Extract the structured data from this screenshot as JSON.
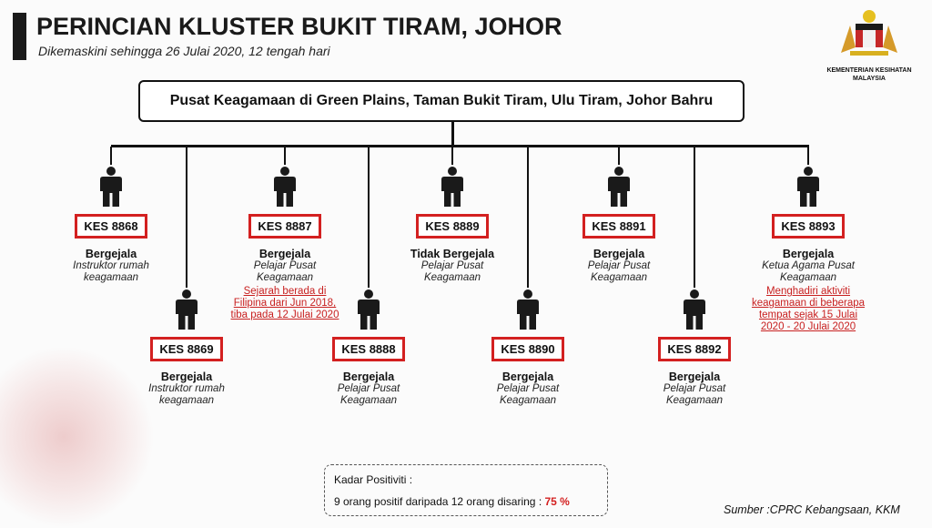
{
  "title": "PERINCIAN KLUSTER BUKIT TIRAM, JOHOR",
  "subtitle": "Dikemaskini sehingga 26 Julai 2020, 12 tengah hari",
  "logo": {
    "text": "KEMENTERIAN KESIHATAN MALAYSIA"
  },
  "root": "Pusat Keagamaan di Green Plains, Taman Bukit Tiram, Ulu Tiram, Johor Bahru",
  "cases": [
    {
      "id": "KES 8868",
      "status": "Bergejala",
      "role": "Instruktor rumah keagamaan",
      "note": null
    },
    {
      "id": "KES 8869",
      "status": "Bergejala",
      "role": "Instruktor rumah keagamaan",
      "note": null
    },
    {
      "id": "KES 8887",
      "status": "Bergejala",
      "role": "Pelajar Pusat Keagamaan",
      "note": "Sejarah berada di Filipina dari Jun 2018, tiba pada 12 Julai 2020"
    },
    {
      "id": "KES 8888",
      "status": "Bergejala",
      "role": "Pelajar Pusat Keagamaan",
      "note": null
    },
    {
      "id": "KES 8889",
      "status": "Tidak Bergejala",
      "role": "Pelajar Pusat Keagamaan",
      "note": null
    },
    {
      "id": "KES 8890",
      "status": "Bergejala",
      "role": "Pelajar Pusat Keagamaan",
      "note": null
    },
    {
      "id": "KES 8891",
      "status": "Bergejala",
      "role": "Pelajar Pusat Keagamaan",
      "note": null
    },
    {
      "id": "KES 8892",
      "status": "Bergejala",
      "role": "Pelajar Pusat Keagamaan",
      "note": null
    },
    {
      "id": "KES 8893",
      "status": "Bergejala",
      "role": "Ketua Agama Pusat Keagamaan",
      "note": "Menghadiri aktiviti keagamaan di beberapa tempat sejak 15 Julai 2020 - 20 Julai 2020"
    }
  ],
  "positivity": {
    "label": "Kadar Positiviti :",
    "text": "9 orang positif daripada 12 orang disaring :",
    "value": "75 %"
  },
  "source": "Sumber :CPRC Kebangsaan,  KKM",
  "colors": {
    "accent": "#d32020"
  }
}
